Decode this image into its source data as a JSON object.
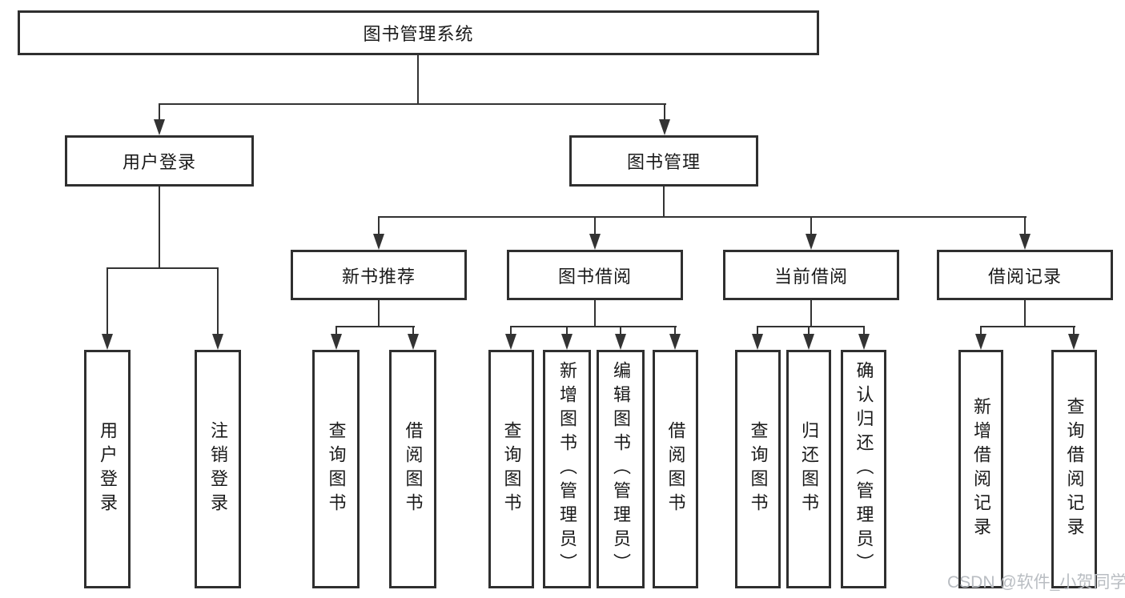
{
  "title": "图书管理系统",
  "tree": {
    "root": {
      "label": "图书管理系统"
    },
    "user_login": {
      "label": "用户登录",
      "children": [
        "用户登录",
        "注销登录"
      ]
    },
    "book_management": {
      "label": "图书管理"
    },
    "new_book": {
      "label": "新书推荐",
      "children": [
        "查询图书",
        "借阅图书"
      ]
    },
    "book_borrow": {
      "label": "图书借阅",
      "children": [
        "查询图书",
        "新增图书（管理员）",
        "编辑图书（管理员）",
        "借阅图书"
      ]
    },
    "current_borrow": {
      "label": "当前借阅",
      "children": [
        "查询图书",
        "归还图书",
        "确认归还（管理员）"
      ]
    },
    "borrow_records": {
      "label": "借阅记录",
      "children": [
        "新增借阅记录",
        "查询借阅记录"
      ]
    }
  },
  "watermark": "CSDN @软件_小贺同学",
  "colors": {
    "line": "#333333",
    "border": "#2f2f2f",
    "text": "#1a1a1a",
    "watermark": "#b9bdc2",
    "background": "#ffffff"
  }
}
